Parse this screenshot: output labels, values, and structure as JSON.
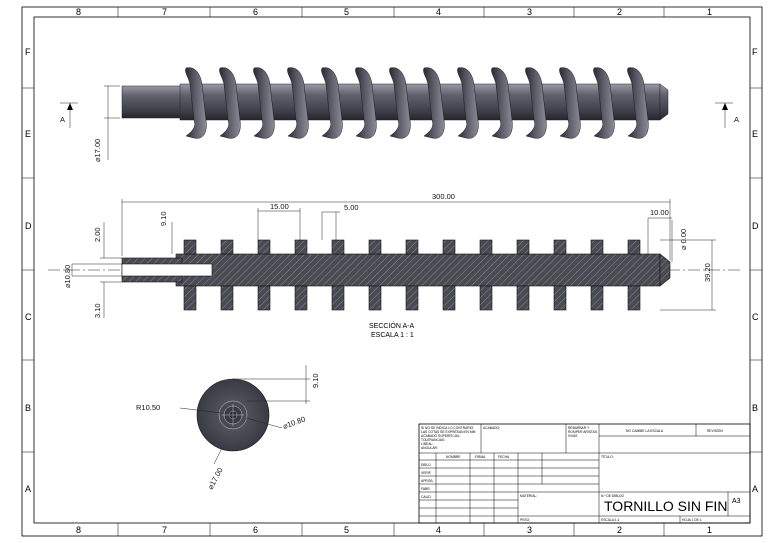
{
  "zones": {
    "columns": [
      "8",
      "7",
      "6",
      "5",
      "4",
      "3",
      "2",
      "1"
    ],
    "rows": [
      "F",
      "E",
      "D",
      "C",
      "B",
      "A"
    ]
  },
  "views": {
    "section_marker": "A",
    "section_title": "SECCIÓN A-A",
    "section_scale": "ESCALA 1 : 1"
  },
  "dimensions": {
    "top_shaft_dia": "⌀17.00",
    "total_length": "300.00",
    "pitch": "15.00",
    "flight_thickness": "5.00",
    "tip_length": "10.00",
    "tip_dia": "⌀ 0.00",
    "outer_dia": "39.20",
    "flight_height": "9.10",
    "bore_depth": "2.00",
    "bore_dia": "⌀10.80",
    "wall": "3.10",
    "end_radius": "R10.50",
    "end_bore_dia": "⌀10.80",
    "end_shaft_dia": "⌀17.00",
    "end_flight": "9.10"
  },
  "title_block": {
    "notes_lines": [
      "SI NO SE INDICA LO CONTRARIO:",
      "LAS COTAS SE EXPRESAN EN MM",
      "ACABADO SUPERFICIAL:",
      "TOLERANCIAS:",
      "  LINEAL:",
      "  ANGULAR:"
    ],
    "finish": "ACABADO:",
    "deburr_lines": [
      "REBARBAR Y",
      "ROMPER ARISTAS",
      "VIVAS"
    ],
    "no_scale": "NO CAMBIE LA ESCALA",
    "revision": "REVISIÓN",
    "col_name": "NOMBRE",
    "col_sign": "FIRMA",
    "col_date": "FECHA",
    "roles": [
      "DIBUJ.",
      "VERIF.",
      "APROB.",
      "FABR.",
      "CALID."
    ],
    "title_label": "TÍTULO:",
    "material": "MATERIAL:",
    "drawing_no": "N.º DE DIBUJO",
    "part_title": "TORNILLO SIN FIN",
    "sheet_size": "A3",
    "weight": "PESO:",
    "scale": "ESCALA:1:1",
    "sheet": "HOJA 1 DE 1"
  }
}
